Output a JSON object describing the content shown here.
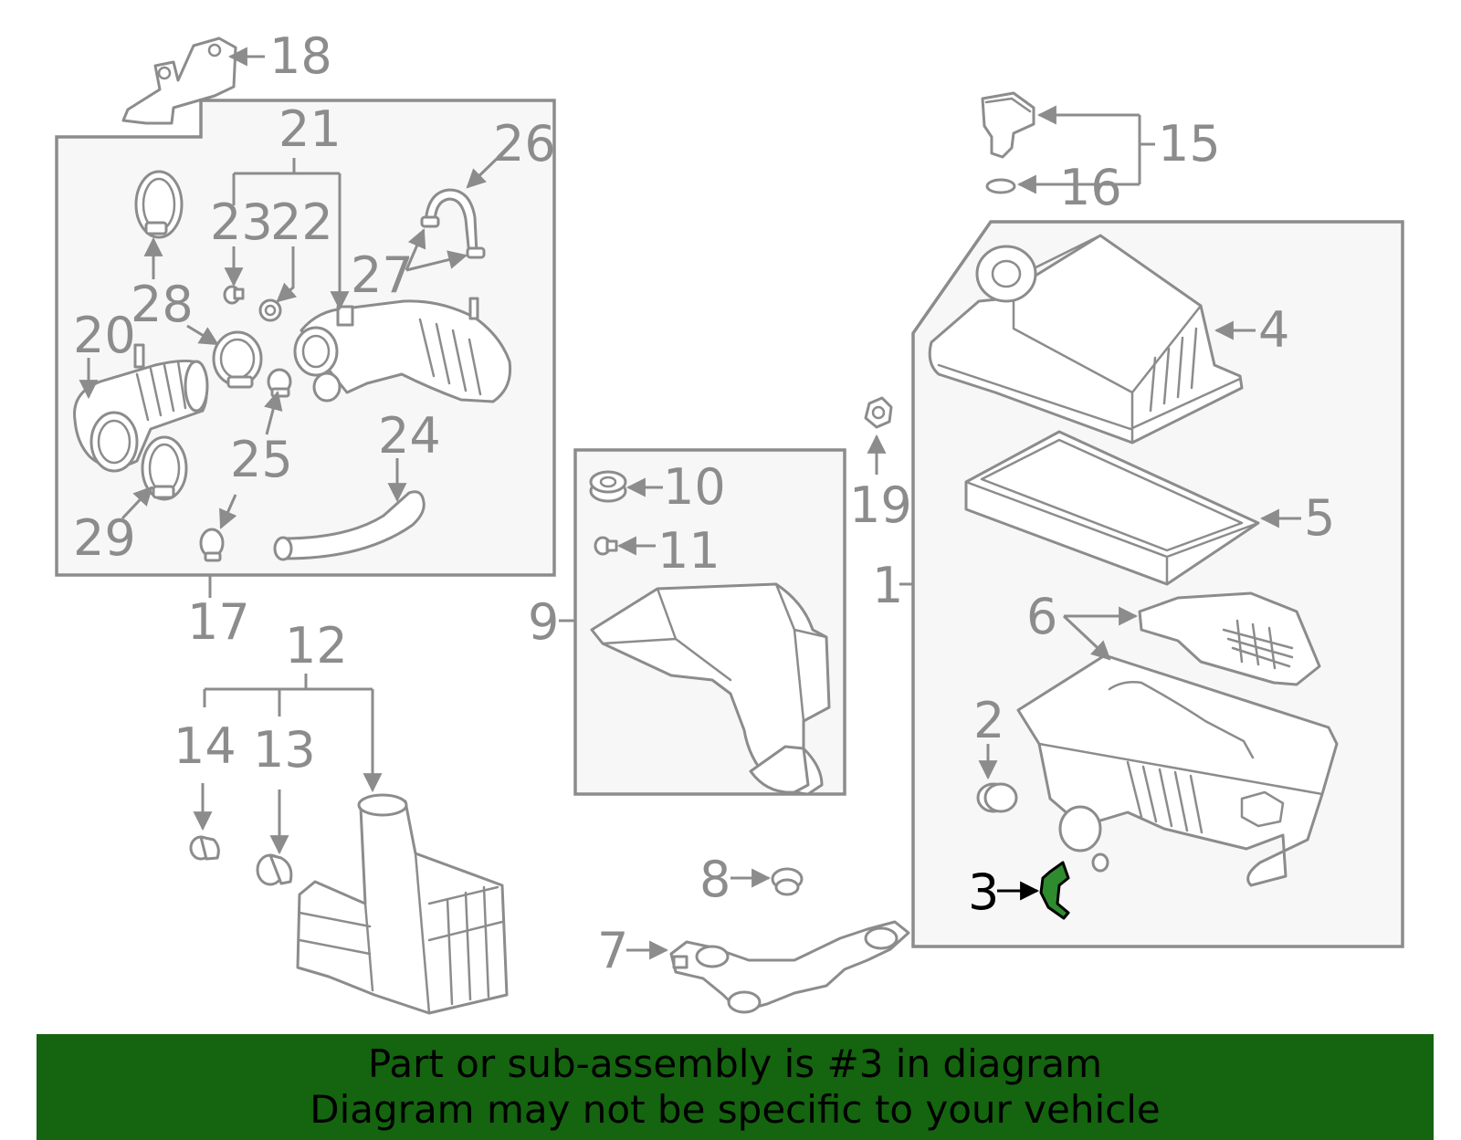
{
  "diagram": {
    "highlighted_part": "3",
    "callouts": {
      "c1": "1",
      "c2": "2",
      "c3": "3",
      "c4": "4",
      "c5": "5",
      "c6": "6",
      "c7": "7",
      "c8": "8",
      "c9": "9",
      "c10": "10",
      "c11": "11",
      "c12": "12",
      "c13": "13",
      "c14": "14",
      "c15": "15",
      "c16": "16",
      "c17": "17",
      "c18": "18",
      "c19": "19",
      "c20": "20",
      "c21": "21",
      "c22": "22",
      "c23": "23",
      "c24": "24",
      "c25": "25",
      "c26": "26",
      "c27": "27",
      "c28": "28",
      "c29": "29"
    },
    "colors": {
      "line": "#8c8c8c",
      "panel": "#f7f7f7",
      "highlight": "#2e8b2e",
      "banner": "#156410"
    }
  },
  "banner": {
    "line1": "Part or sub-assembly is #3 in diagram",
    "line2": "Diagram may not be specific to your vehicle"
  }
}
